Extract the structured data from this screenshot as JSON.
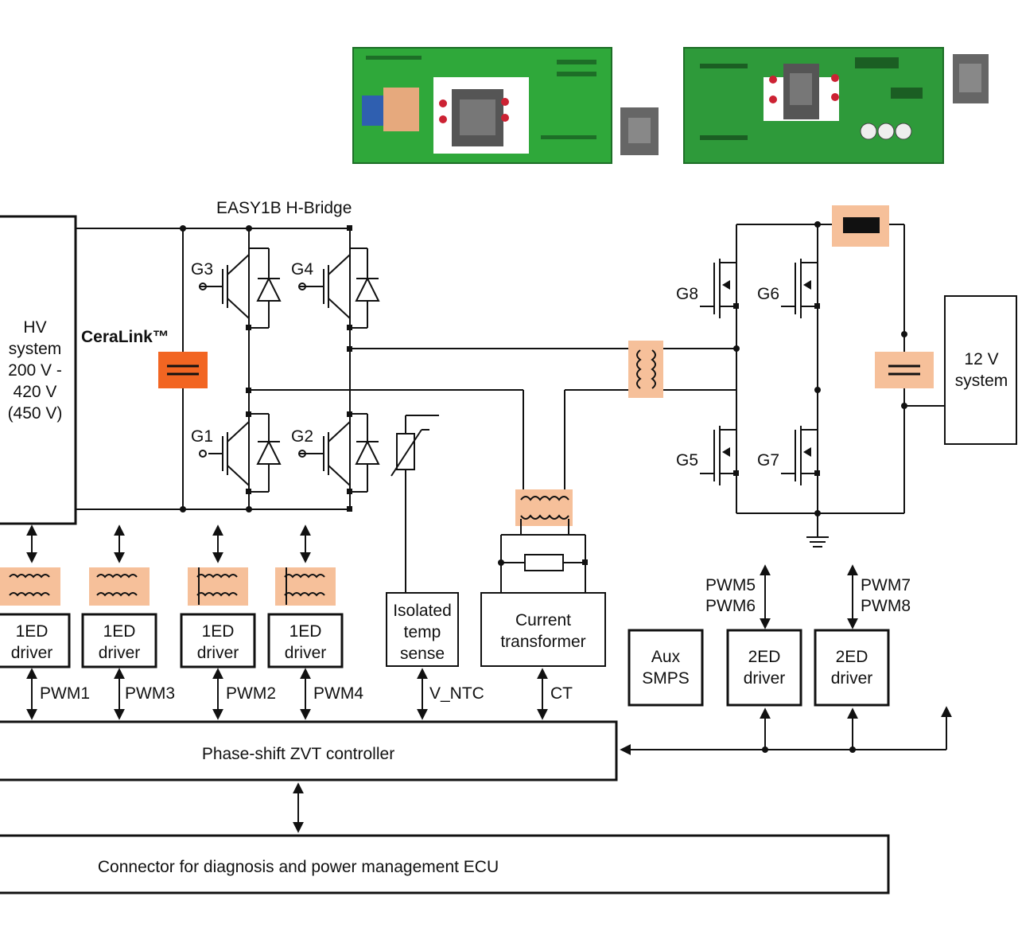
{
  "title": "EASY1B H-Bridge",
  "hv_system": [
    "HV",
    "system",
    "200 V -",
    "420 V",
    "(450 V)"
  ],
  "ceralink": "CeraLink™",
  "lv_system": [
    "12 V",
    "system"
  ],
  "gates": {
    "g1": "G1",
    "g2": "G2",
    "g3": "G3",
    "g4": "G4",
    "g5": "G5",
    "g6": "G6",
    "g7": "G7",
    "g8": "G8"
  },
  "drivers_1ed": [
    {
      "l1": "1ED",
      "l2": "driver",
      "pwm": "PWM1"
    },
    {
      "l1": "1ED",
      "l2": "driver",
      "pwm": "PWM3"
    },
    {
      "l1": "1ED",
      "l2": "driver",
      "pwm": "PWM2"
    },
    {
      "l1": "1ED",
      "l2": "driver",
      "pwm": "PWM4"
    }
  ],
  "temp_sense": [
    "Isolated",
    "temp",
    "sense"
  ],
  "v_ntc": "V_NTC",
  "current_transformer": [
    "Current",
    "transformer"
  ],
  "ct": "CT",
  "aux_smps": [
    "Aux",
    "SMPS"
  ],
  "drivers_2ed": [
    {
      "l1": "2ED",
      "l2": "driver",
      "pwm_a": "PWM5",
      "pwm_b": "PWM6"
    },
    {
      "l1": "2ED",
      "l2": "driver",
      "pwm_a": "PWM7",
      "pwm_b": "PWM8"
    }
  ],
  "controller": "Phase-shift ZVT controller",
  "connector": "Connector for diagnosis and power management ECU",
  "colors": {
    "pcb_green": "#2fa83a",
    "pcb_dark": "#1d6e27",
    "highlight": "#f6c09a",
    "ceralink_orange": "#f26522",
    "line": "#111111"
  }
}
